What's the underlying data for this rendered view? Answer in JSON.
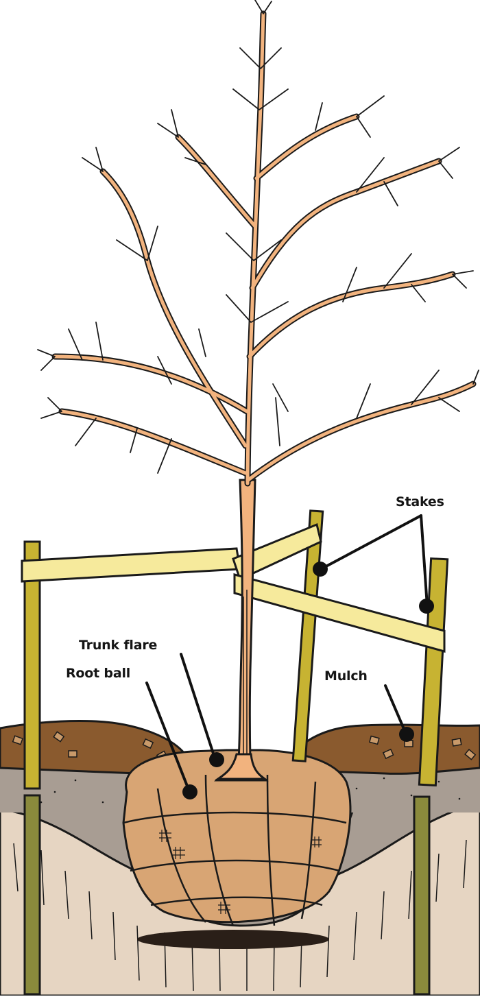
{
  "labels": {
    "stakes": "Stakes",
    "trunk_flare": "Trunk flare",
    "root_ball": "Root ball",
    "mulch": "Mulch"
  },
  "colors": {
    "bark": "#f2b37e",
    "outline": "#1a1a1a",
    "stake": "#c7b332",
    "stake_buried": "#8a8a3c",
    "tie": "#f6ea9c",
    "mulch": "#8a5a2e",
    "soil_cut": "#a59a90",
    "subsoil": "#e4d3c0",
    "root_ball": "#d8a574",
    "callout_dot": "#111111"
  },
  "icons": [
    "callout-dot-icon"
  ]
}
